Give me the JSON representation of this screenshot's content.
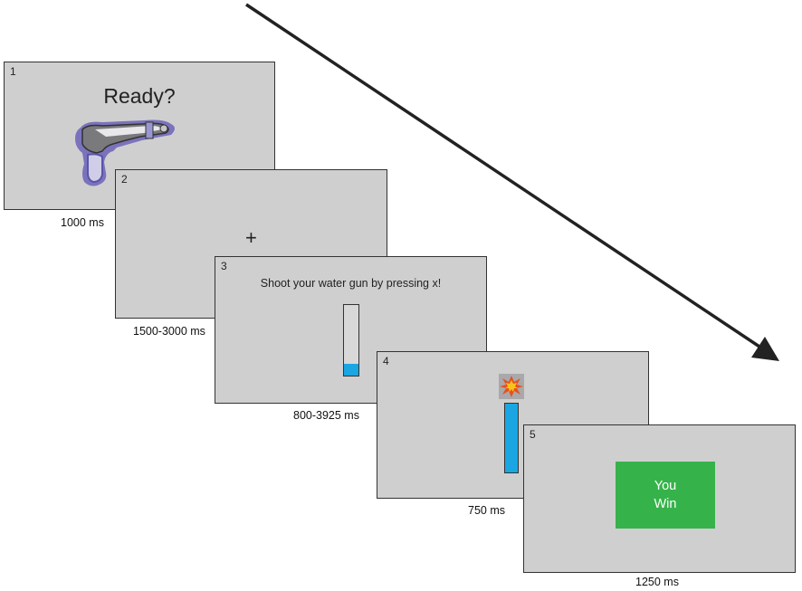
{
  "screens": [
    {
      "number": "1",
      "text": "Ready?",
      "duration": "1000 ms"
    },
    {
      "number": "2",
      "text": "+",
      "duration": "1500-3000 ms"
    },
    {
      "number": "3",
      "text": "Shoot your water gun by pressing x!",
      "duration": "800-3925 ms",
      "meter_fill_fraction": 0.17
    },
    {
      "number": "4",
      "duration": "750  ms",
      "meter_fill_fraction": 1.0
    },
    {
      "number": "5",
      "text_line1": "You",
      "text_line2": "Win",
      "duration": "1250 ms"
    }
  ],
  "colors": {
    "screen_background": "#cfcfd0",
    "meter_blue": "#1aa6e3",
    "win_green": "#35b34a",
    "gun_purple": "#6b63b8"
  },
  "icons": [
    "water-gun-icon",
    "explosion-icon",
    "time-arrow-icon"
  ]
}
